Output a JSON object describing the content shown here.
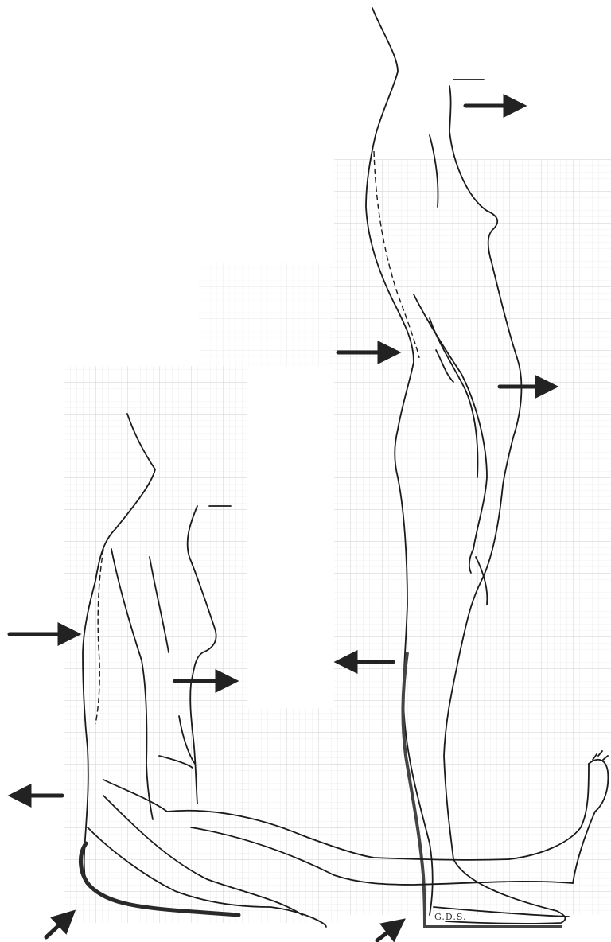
{
  "figure": {
    "signature": "G.D.S.",
    "colors": {
      "paper": "#ffffff",
      "grid_fine": "#d8d8d8",
      "grid_major": "#bdbdbd",
      "ink": "#1a1a1a",
      "arrow": "#222222"
    },
    "arrows": [
      {
        "name": "arrow-standing-chest-forward",
        "direction": "right"
      },
      {
        "name": "arrow-standing-lumbar-forward",
        "direction": "right"
      },
      {
        "name": "arrow-standing-abdomen-forward",
        "direction": "right"
      },
      {
        "name": "arrow-standing-knee-backward",
        "direction": "left"
      },
      {
        "name": "arrow-standing-heel-up",
        "direction": "up-right"
      },
      {
        "name": "arrow-sitting-back-forward",
        "direction": "right"
      },
      {
        "name": "arrow-sitting-abdomen-forward",
        "direction": "right"
      },
      {
        "name": "arrow-sitting-hip-backward",
        "direction": "left"
      },
      {
        "name": "arrow-sitting-buttock-up",
        "direction": "up-right"
      }
    ]
  }
}
